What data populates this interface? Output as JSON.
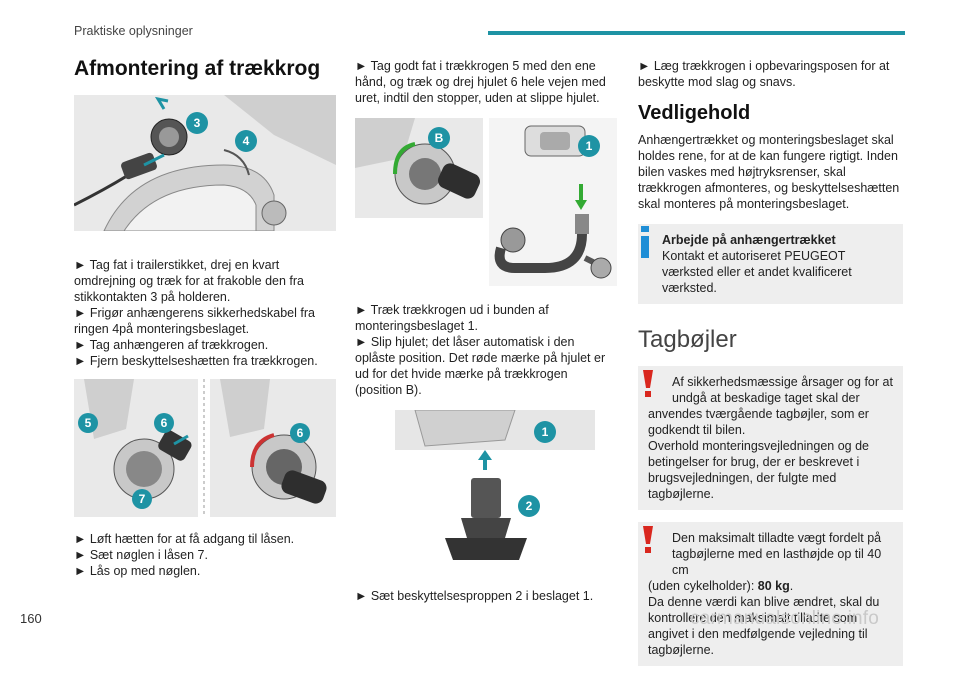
{
  "header": {
    "section": "Praktiske oplysninger"
  },
  "page_number": "160",
  "watermark": "carmanualsonline.info",
  "col1": {
    "title": "Afmontering af trækkrog",
    "illus1_badges": [
      "3",
      "4"
    ],
    "steps_a": [
      "► Tag fat i trailerstikket, drej en kvart omdrejning og træk for at frakoble den fra stikkontakten 3 på holderen.",
      "► Frigør anhængerens sikkerhedskabel fra ringen 4på monteringsbeslaget.",
      "► Tag anhængeren af trækkrogen.",
      "► Fjern beskyttelseshætten fra trækkrogen."
    ],
    "illus2_badges": [
      "5",
      "6",
      "7",
      "6"
    ],
    "steps_b": [
      "► Løft hætten for at få adgang til låsen.",
      "► Sæt nøglen i låsen 7.",
      "► Lås op med nøglen."
    ]
  },
  "col2": {
    "intro": "► Tag godt fat i trækkrogen 5 med den ene hånd, og træk og drej hjulet 6 hele vejen med uret, indtil den stopper, uden at slippe hjulet.",
    "illus3_badges": [
      "B",
      "1"
    ],
    "steps": [
      "► Træk trækkrogen ud i bunden af monteringsbeslaget 1.",
      "► Slip hjulet; det låser automatisk i den oplåste position. Det røde mærke på hjulet er ud for det hvide mærke på trækkrogen (position B)."
    ],
    "illus4_badges": [
      "1",
      "2"
    ],
    "final": "► Sæt beskyttelsesproppen 2 i beslaget 1."
  },
  "col3": {
    "intro": "► Læg trækkrogen i opbevaringsposen for at beskytte mod slag og snavs.",
    "maint_title": "Vedligehold",
    "maint_text": "Anhængertrækket og monteringsbeslaget skal holdes rene, for at de kan fungere rigtigt. Inden bilen vaskes med højtryksrenser, skal trækkrogen afmonteres, og beskyttelseshætten skal monteres på monteringsbeslaget.",
    "info_title": "Arbejde på anhængertrækket",
    "info_text": "Kontakt et autoriseret PEUGEOT værksted eller et andet kvalificeret værksted.",
    "roof_title": "Tagbøjler",
    "warn1_lead": "Af sikkerhedsmæssige årsager og for at undgå at beskadige taget skal der",
    "warn1_rest": "anvendes tværgående tagbøjler, som er godkendt til bilen.",
    "warn1_p2": "Overhold monteringsvejledningen og de betingelser for brug, der er beskrevet i brugsvejledningen, der fulgte med tagbøjlerne.",
    "warn2_lead": "Den maksimalt tilladte vægt fordelt på tagbøjlerne med en lasthøjde op til 40 cm",
    "warn2_rest_a": "(uden cykelholder): ",
    "warn2_bold": "80 kg",
    "warn2_rest_b": ".",
    "warn2_p2": "Da denne værdi kan blive ændret, skal du kontrollere den maksimalt tilladte som angivet i den medfølgende vejledning til tagbøjlerne."
  },
  "colors": {
    "accent": "#1e93a4",
    "warning": "#d9271e",
    "info": "#1f8ed6",
    "box": "#eeeeee"
  }
}
